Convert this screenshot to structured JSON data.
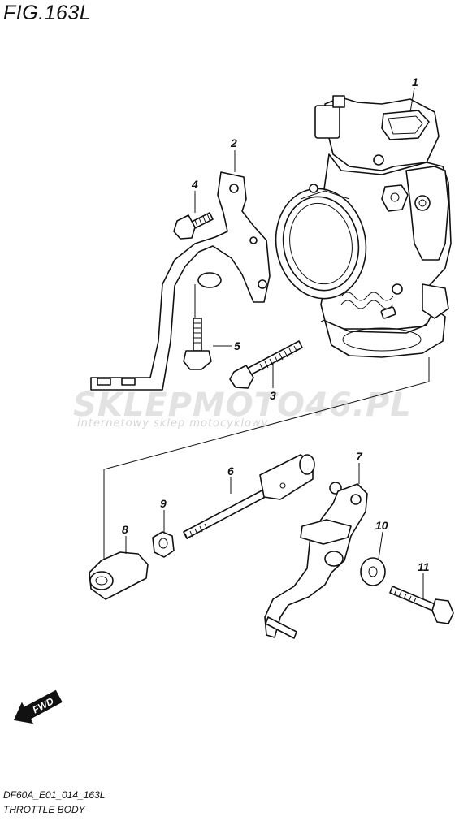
{
  "figure": {
    "title": "FIG.163L"
  },
  "footer": {
    "code": "DF60A_E01_014_163L",
    "name": "THROTTLE BODY"
  },
  "watermark": {
    "main": "SKLEPMOTO46.PL",
    "sub": "internetowy sklep motocyklowy"
  },
  "direction_label": "FWD",
  "callouts": [
    "1",
    "2",
    "3",
    "4",
    "5",
    "6",
    "7",
    "8",
    "9",
    "10",
    "11"
  ]
}
